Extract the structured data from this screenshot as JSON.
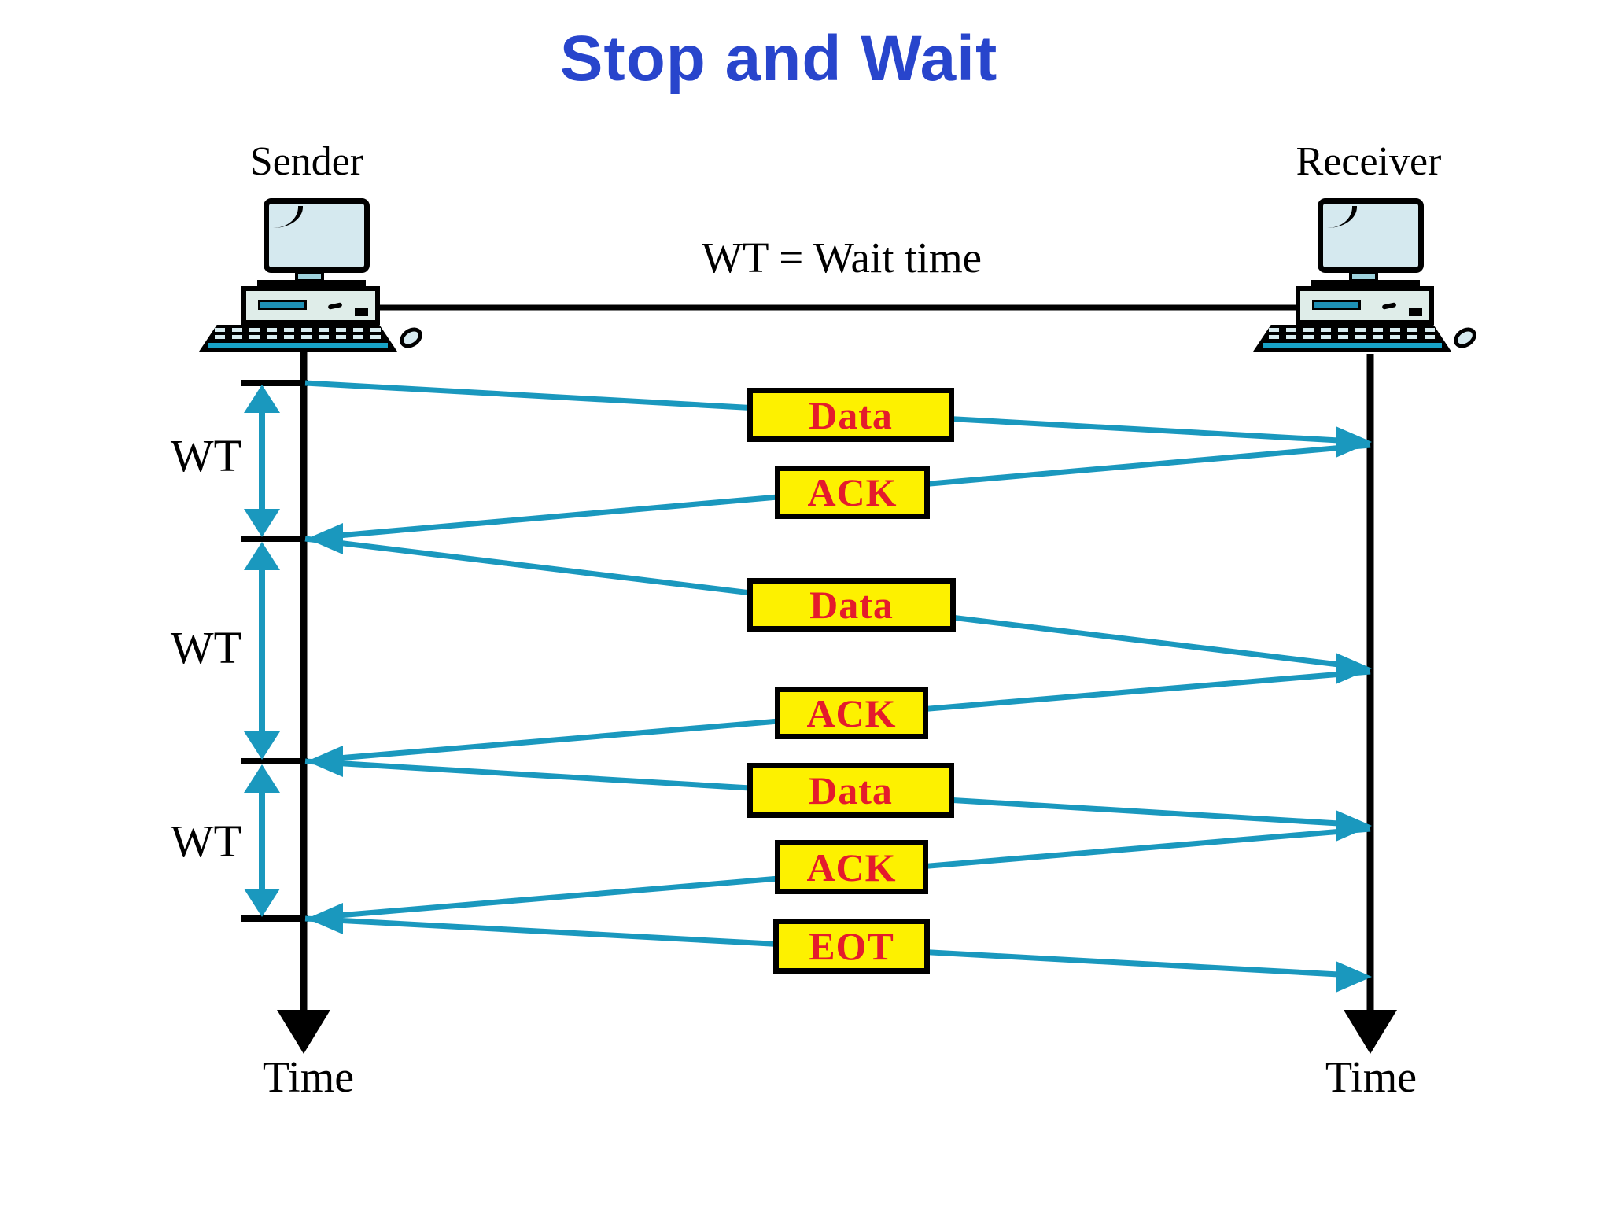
{
  "title": {
    "text": "Stop and Wait"
  },
  "legend": {
    "text": "WT = Wait time"
  },
  "sender": {
    "label": "Sender",
    "time_label": "Time"
  },
  "receiver": {
    "label": "Receiver",
    "time_label": "Time"
  },
  "wait_intervals": [
    {
      "label": "WT"
    },
    {
      "label": "WT"
    },
    {
      "label": "WT"
    }
  ],
  "messages": [
    {
      "label": "Data",
      "from": "sender",
      "to": "receiver"
    },
    {
      "label": "ACK",
      "from": "receiver",
      "to": "sender"
    },
    {
      "label": "Data",
      "from": "sender",
      "to": "receiver"
    },
    {
      "label": "ACK",
      "from": "receiver",
      "to": "sender"
    },
    {
      "label": "Data",
      "from": "sender",
      "to": "receiver"
    },
    {
      "label": "ACK",
      "from": "receiver",
      "to": "sender"
    },
    {
      "label": "EOT",
      "from": "sender",
      "to": "receiver"
    }
  ],
  "colors": {
    "title": "#2845CC",
    "arrow": "#1A98BE",
    "box_fill": "#FDF100",
    "box_text": "#E41B2C",
    "timeline": "#000000"
  }
}
